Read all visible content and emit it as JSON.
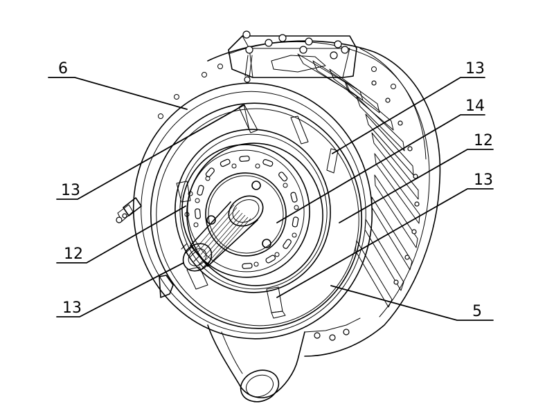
{
  "diagram": {
    "labels": [
      {
        "id": "label-6",
        "text": "6"
      },
      {
        "id": "label-13-top-right",
        "text": "13"
      },
      {
        "id": "label-14",
        "text": "14"
      },
      {
        "id": "label-12-right",
        "text": "12"
      },
      {
        "id": "label-13-mid-right",
        "text": "13"
      },
      {
        "id": "label-5",
        "text": "5"
      },
      {
        "id": "label-13-left-upper",
        "text": "13"
      },
      {
        "id": "label-12-left",
        "text": "12"
      },
      {
        "id": "label-13-left-lower",
        "text": "13"
      }
    ]
  }
}
